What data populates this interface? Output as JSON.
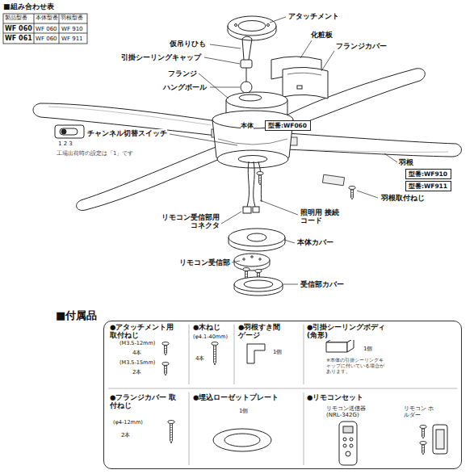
{
  "diagram": {
    "nodes": [
      {
        "text": [
          "■付属品"
        ]
      },
      {
        "text": [
          "型番:WF060"
        ]
      },
      {
        "text": [
          "型番:WF910"
        ]
      },
      {
        "text": [
          "型番:WF911"
        ]
      }
    ],
    "labels": [
      "■組み合わせ表",
      "製品型番",
      "本体型番",
      "羽根型番",
      "WF 060",
      "WF 060",
      "WF 910",
      "WF 061",
      "WF 060",
      "WF 911",
      "アタッチメント",
      "化粧板",
      "仮吊りひも",
      "引掛シーリングキャップ",
      "フランジカバー",
      "フランジ",
      "ハングボール",
      "チャンネル切替スイッチ",
      "1 2 3",
      "工場出荷時の設定は「1」です",
      "羽根",
      "羽根取付ねじ",
      "リモコン受信部用 コネクタ",
      "照明用 接続コード",
      "本体カバー",
      "リモコン受信部",
      "受信部カバー",
      "本体",
      "●アタッチメント用 取付ねじ",
      "(M3.5-12mm)",
      "4本",
      "(M3.5-15mm)",
      "2本",
      "●木ねじ",
      "(φ4.1-40mm)",
      "4本",
      "●羽根すき間 ゲージ",
      "1個",
      "●引掛シーリングボディ (角形)",
      "1個",
      "※本体の引掛シーリングキャップに付いている場合があります。",
      "●フランジカバー 取付ねじ",
      "(φ4-12mm)",
      "2本",
      "●埋込ローゼットプレート",
      "1個",
      "●リモコンセット",
      "リモコン送信器 (NRL-342G)",
      "リモコン ホルダー"
    ]
  }
}
